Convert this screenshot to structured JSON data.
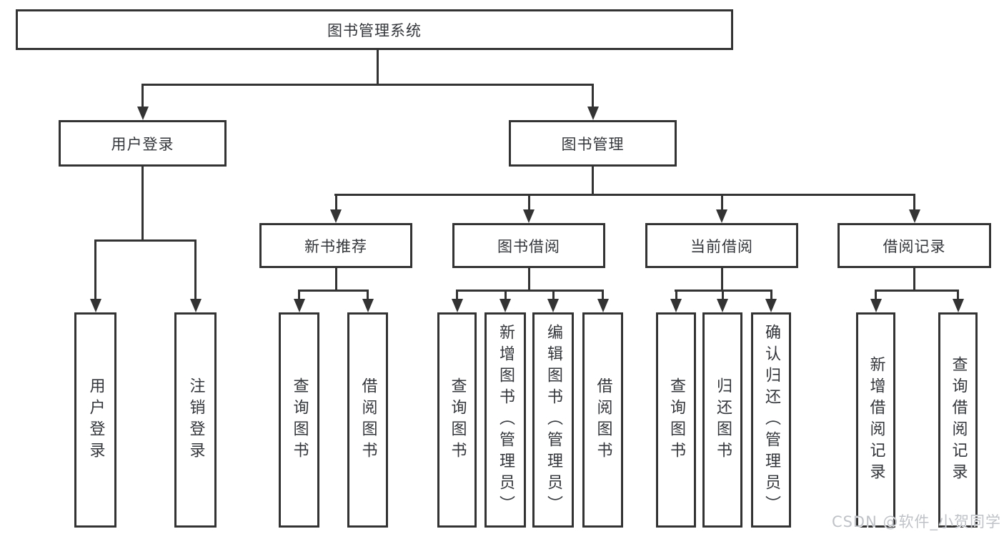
{
  "colors": {
    "line": "#333333",
    "box_border": "#333333",
    "text": "#33363a",
    "background": "#ffffff",
    "watermark": "#bfc3c8"
  },
  "tree": {
    "root": {
      "label": "图书管理系统"
    },
    "branches": [
      {
        "label": "用户登录",
        "children": [
          {
            "label": "用户登录"
          },
          {
            "label": "注销登录"
          }
        ]
      },
      {
        "label": "图书管理",
        "children": [
          {
            "label": "新书推荐",
            "children": [
              {
                "label": "查询图书"
              },
              {
                "label": "借阅图书"
              }
            ]
          },
          {
            "label": "图书借阅",
            "children": [
              {
                "label": "查询图书"
              },
              {
                "label": "新增图书（管理员）"
              },
              {
                "label": "编辑图书（管理员）"
              },
              {
                "label": "借阅图书"
              }
            ]
          },
          {
            "label": "当前借阅",
            "children": [
              {
                "label": "查询图书"
              },
              {
                "label": "归还图书"
              },
              {
                "label": "确认归还（管理员）"
              }
            ]
          },
          {
            "label": "借阅记录",
            "children": [
              {
                "label": "新增借阅记录"
              },
              {
                "label": "查询借阅记录"
              }
            ]
          }
        ]
      }
    ]
  },
  "watermark": {
    "text": "CSDN @软件_小贺同学"
  }
}
